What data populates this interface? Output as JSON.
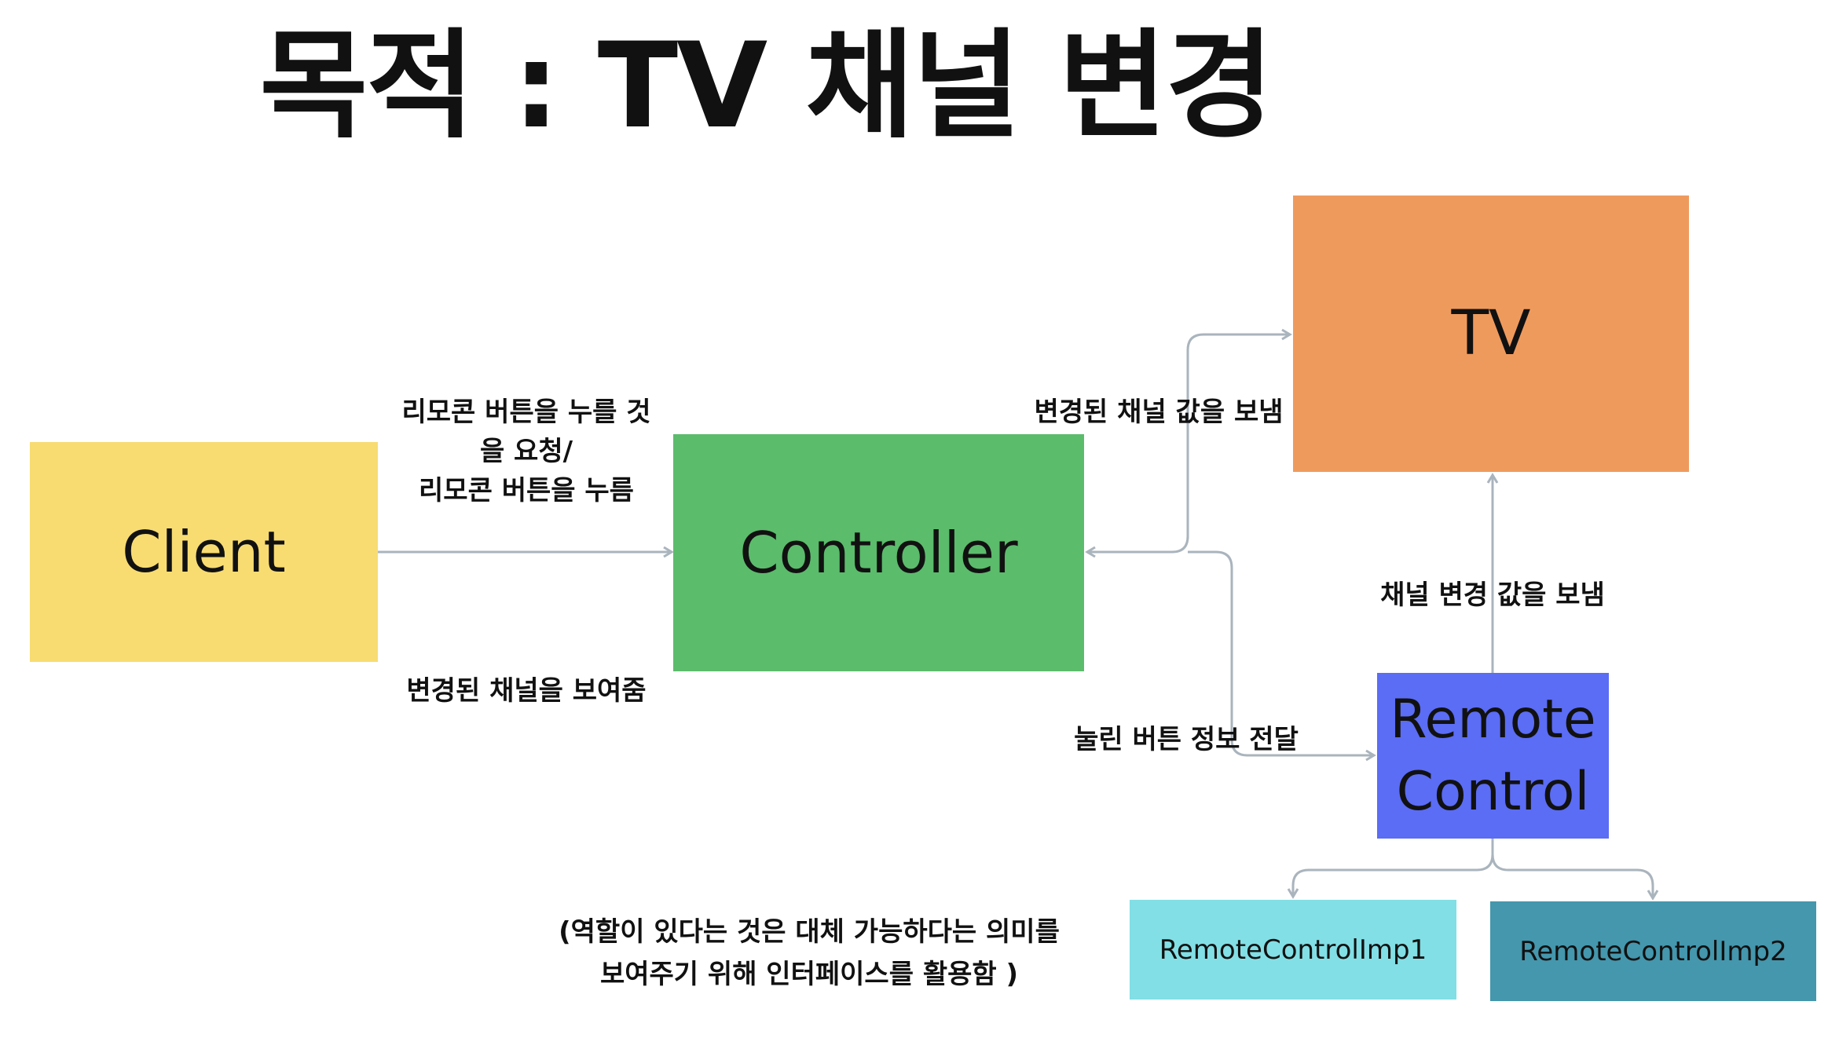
{
  "title": "목적 : TV 채널 변경",
  "nodes": {
    "client": "Client",
    "controller": "Controller",
    "tv": "TV",
    "remote_line1": "Remote",
    "remote_line2": "Control",
    "imp1": "RemoteControlImp1",
    "imp2": "RemoteControlImp2"
  },
  "edge_labels": {
    "request_line1": "리모콘 버튼을 누를 것",
    "request_line2": "을 요청/",
    "request_line3": "리모콘 버튼을 누름",
    "show_channel": "변경된 채널을 보여줌",
    "send_changed": "변경된 채널 값을 보냄",
    "send_change": "채널 변경 값을 보냄",
    "pass_button": "눌린 버튼 정보 전달"
  },
  "note": {
    "line1": "(역할이 있다는 것은 대체 가능하다는 의미를",
    "line2": "보여주기 위해 인터페이스를 활용함 )"
  },
  "colors": {
    "client": "#f8dc72",
    "controller": "#5bbc6c",
    "tv": "#ef9a5d",
    "remote": "#5b6cf5",
    "imp1": "#82dfe5",
    "imp2": "#4497ad",
    "arrow": "#aab4bd"
  }
}
